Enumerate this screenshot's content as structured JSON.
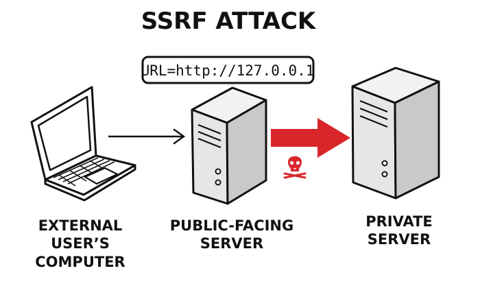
{
  "title": "SSRF ATTACK",
  "url_box": {
    "text": "URL=http://127.0.0.1"
  },
  "nodes": {
    "external_computer": {
      "label_lines": [
        "EXTERNAL",
        "USER’S",
        "COMPUTER"
      ]
    },
    "public_server": {
      "label_lines": [
        "PUBLIC-FACING",
        "SERVER"
      ]
    },
    "private_server": {
      "label_lines": [
        "PRIVATE",
        "SERVER"
      ]
    }
  },
  "colors": {
    "ink": "#111111",
    "attack_red": "#d9262b",
    "server_body": "#e6e6e6",
    "server_side": "#c9c9c9",
    "server_top": "#f2f2f2"
  },
  "icons": {
    "laptop": "laptop-icon",
    "public_server": "server-tower-icon",
    "private_server": "server-tower-icon",
    "request_arrow": "arrow-right-icon",
    "attack_arrow": "thick-arrow-right-icon",
    "skull": "skull-icon"
  }
}
